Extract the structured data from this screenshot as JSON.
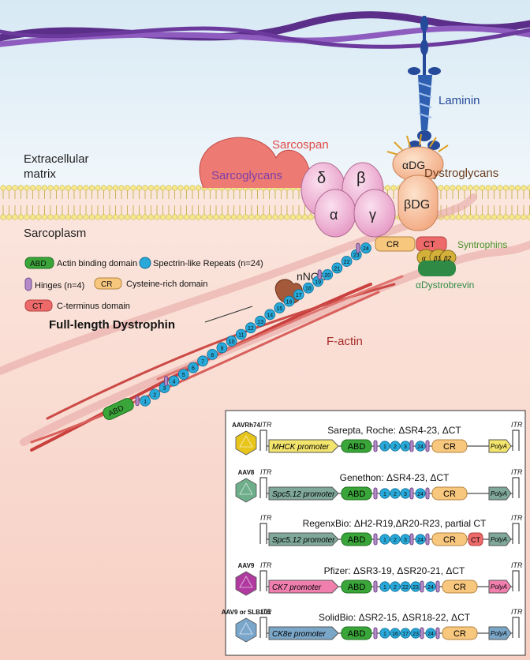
{
  "labels": {
    "laminin": "Laminin",
    "sarcospan": "Sarcospan",
    "extracellular_line1": "Extracellular",
    "extracellular_line2": "matrix",
    "sarcoglycans": "Sarcoglycans",
    "dystroglycans": "Dystroglycans",
    "alpha_dg": "αDG",
    "beta_dg": "βDG",
    "delta": "δ",
    "beta": "β",
    "alpha": "α",
    "gamma": "γ",
    "sarcoplasm": "Sarcoplasm",
    "syntrophins": "Syntrophins",
    "alpha_dystrobrevin": "αDystrobrevin",
    "alpha1": "α",
    "beta1": "β1",
    "beta2": "β2",
    "nnos": "nNOS",
    "full_length": "Full-length Dystrophin",
    "factin": "F-actin",
    "cr": "CR",
    "ct": "CT",
    "abd": "ABD"
  },
  "legend": {
    "abd_tag": "ABD",
    "abd_text": "Actin binding domain",
    "sr_text": "Spectrin-like Repeats (n=24)",
    "hinge_text": "Hinges (n=4)",
    "cr_tag": "CR",
    "cr_text": "Cysteine-rich domain",
    "ct_tag": "CT",
    "ct_text": "C-terminus domain"
  },
  "dystrophin_repeats": [
    "1",
    "2",
    "3",
    "4",
    "5",
    "6",
    "7",
    "8",
    "9",
    "10",
    "11",
    "12",
    "13",
    "14",
    "15",
    "16",
    "17",
    "18",
    "19",
    "20",
    "21",
    "22",
    "23",
    "24"
  ],
  "constructs": [
    {
      "vector": "AAVRh74",
      "title": "Sarepta, Roche: ΔSR4-23, ΔCT",
      "promoter": "MHCK promoter",
      "repeats": [
        "1",
        "2",
        "3",
        "24"
      ],
      "ct": "",
      "polyA": "PolyA",
      "itr": "ITR"
    },
    {
      "vector": "AAV8",
      "title": "Genethon: ΔSR4-23, ΔCT",
      "promoter": "Spc5.12 promoter",
      "repeats": [
        "1",
        "2",
        "3",
        "24"
      ],
      "ct": "",
      "polyA": "PolyA",
      "itr": "ITR"
    },
    {
      "vector": "",
      "title": "RegenxBio: ΔH2-R19,ΔR20-R23, partial CT",
      "promoter": "Spc5.12 promoter",
      "repeats": [
        "1",
        "2",
        "3",
        "24"
      ],
      "ct": "CT",
      "polyA": "PolyA",
      "itr": "ITR"
    },
    {
      "vector": "AAV9",
      "title": "Pfizer: ΔSR3-19, ΔSR20-21, ΔCT",
      "promoter": "CK7 promoter",
      "repeats": [
        "1",
        "2",
        "22",
        "23",
        "24"
      ],
      "ct": "",
      "polyA": "PolyA",
      "itr": "ITR"
    },
    {
      "vector": "AAV9 or SLB101",
      "title": "SolidBio: ΔSR2-15, ΔSR18-22, ΔCT",
      "promoter": "CK8e promoter",
      "repeats": [
        "1",
        "16",
        "17",
        "23",
        "24"
      ],
      "ct": "",
      "polyA": "PolyA",
      "itr": "ITR"
    }
  ],
  "colors": {
    "abd": "#3aa63a",
    "repeat": "#29a9d9",
    "hinge": "#b48ac8",
    "cr": "#f8c77e",
    "ct": "#ee6a6a",
    "promoters": [
      "#f3e46c",
      "#7fa89a",
      "#7fa89a",
      "#f07fae",
      "#7aa6c8"
    ],
    "capsids": [
      "#e8c51a",
      "#6fae8a",
      "",
      "#b03aa0",
      "#7aa6cc"
    ]
  }
}
